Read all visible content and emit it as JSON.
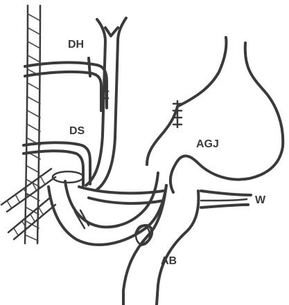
{
  "labels": {
    "dh": "DH",
    "ds": "DS",
    "agj": "AGJ",
    "w": "W",
    "ab": "AB"
  },
  "colors": {
    "ink": "#3a3a3a",
    "background": "#ffffff"
  }
}
